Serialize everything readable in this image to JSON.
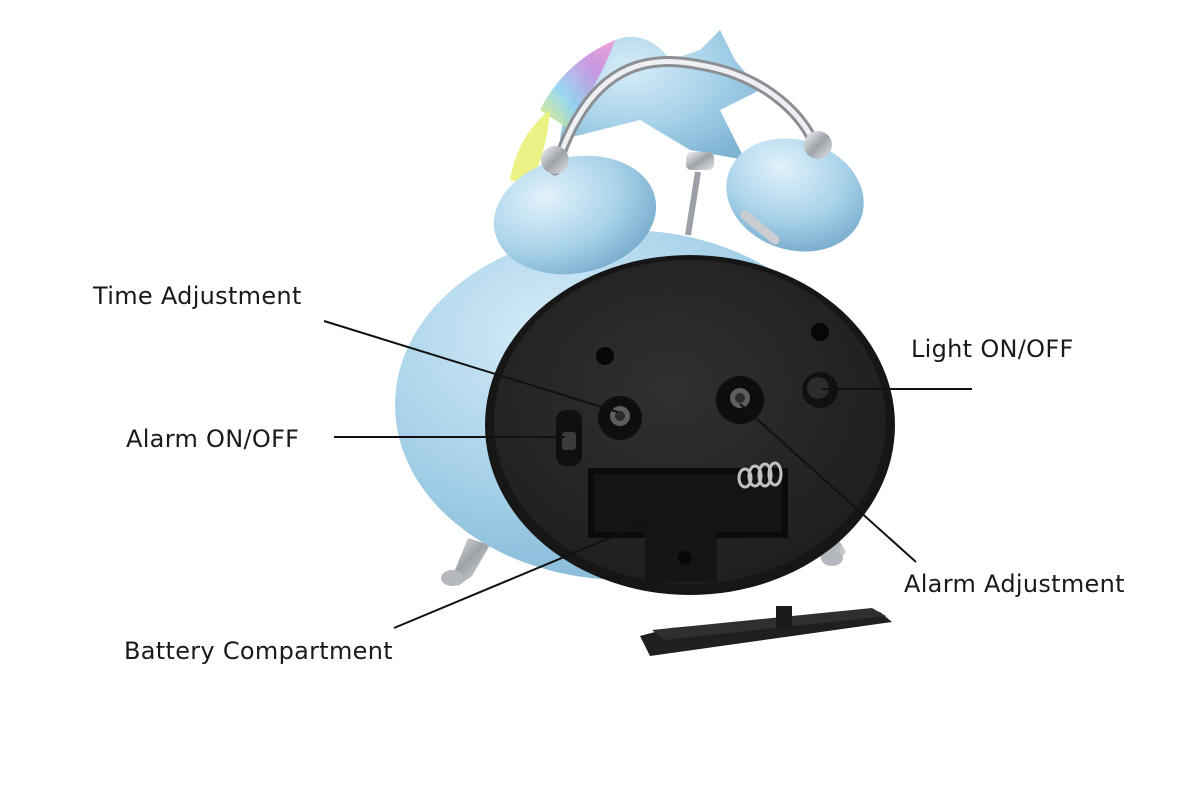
{
  "callouts": {
    "time_adjustment": "Time Adjustment",
    "alarm_on_off": "Alarm ON/OFF",
    "light_on_off": "Light ON/OFF",
    "alarm_adjustment": "Alarm Adjustment",
    "battery_compartment": "Battery Compartment"
  },
  "colors": {
    "body_blue": "#a9d3ea",
    "back_panel": "#262626",
    "chrome": "#c9ccd0",
    "leader_line": "#111111"
  }
}
